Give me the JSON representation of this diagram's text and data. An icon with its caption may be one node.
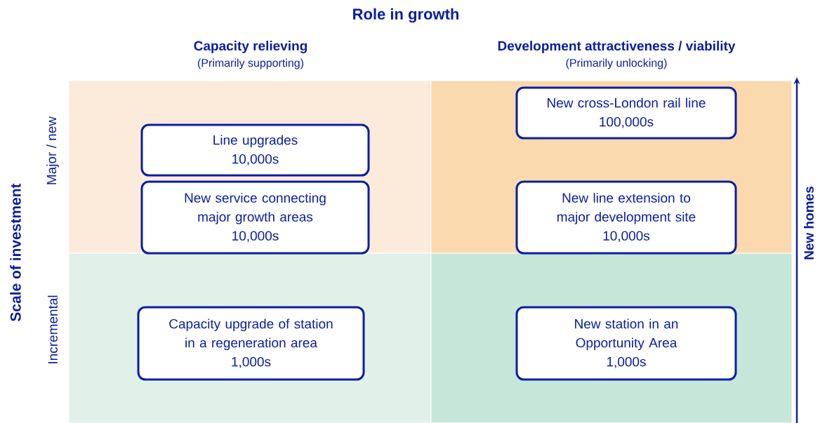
{
  "diagram": {
    "title": "Role in growth",
    "nodes": [
      {
        "text": [],
        "shape": "box"
      },
      {
        "text": [],
        "shape": "box"
      },
      {
        "text": [],
        "shape": "box"
      },
      {
        "text": [],
        "shape": "box"
      },
      {
        "text": [
          "Line upgrades",
          "10,000s"
        ],
        "in": 0
      },
      {
        "text": [
          "New service connecting major growth areas",
          "10,000s"
        ],
        "in": 0
      },
      {
        "text": [
          "New cross-London rail line",
          "100,000s"
        ],
        "in": 1
      },
      {
        "text": [
          "New line extension to major development site",
          "10,000s"
        ],
        "in": 1
      },
      {
        "text": [
          "Capacity upgrade of station in a regeneration area",
          "1,000s"
        ],
        "in": 2
      },
      {
        "text": [
          "New station in an Opportunity Area",
          "1,000s"
        ],
        "in": 3
      }
    ],
    "labels": [
      "Capacity relieving",
      "(Primarily supporting)",
      "Development attractiveness / viability",
      "(Primarily unlocking)",
      "Scale of investment",
      "Major / new",
      "Incremental",
      "New homes"
    ]
  }
}
